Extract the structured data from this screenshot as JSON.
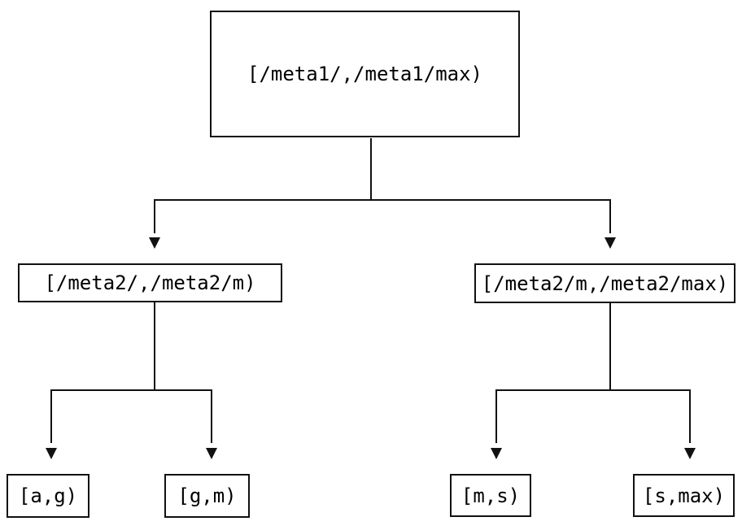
{
  "diagram": {
    "type": "binary-tree",
    "colors": {
      "background": "#ffffff",
      "line": "#111111",
      "box_border": "#111111",
      "text": "#000000"
    },
    "nodes": {
      "root": {
        "label": "[/meta1/,/meta1/max)"
      },
      "level2_left": {
        "label": "[/meta2/,/meta2/m)"
      },
      "level2_right": {
        "label": "[/meta2/m,/meta2/max)"
      },
      "leaf_a_g": {
        "label": "[a,g)"
      },
      "leaf_g_m": {
        "label": "[g,m)"
      },
      "leaf_m_s": {
        "label": "[m,s)"
      },
      "leaf_s_max": {
        "label": "[s,max)"
      }
    },
    "edges": [
      {
        "from": "root",
        "to": "level2_left"
      },
      {
        "from": "root",
        "to": "level2_right"
      },
      {
        "from": "level2_left",
        "to": "leaf_a_g"
      },
      {
        "from": "level2_left",
        "to": "leaf_g_m"
      },
      {
        "from": "level2_right",
        "to": "leaf_m_s"
      },
      {
        "from": "level2_right",
        "to": "leaf_s_max"
      }
    ]
  }
}
